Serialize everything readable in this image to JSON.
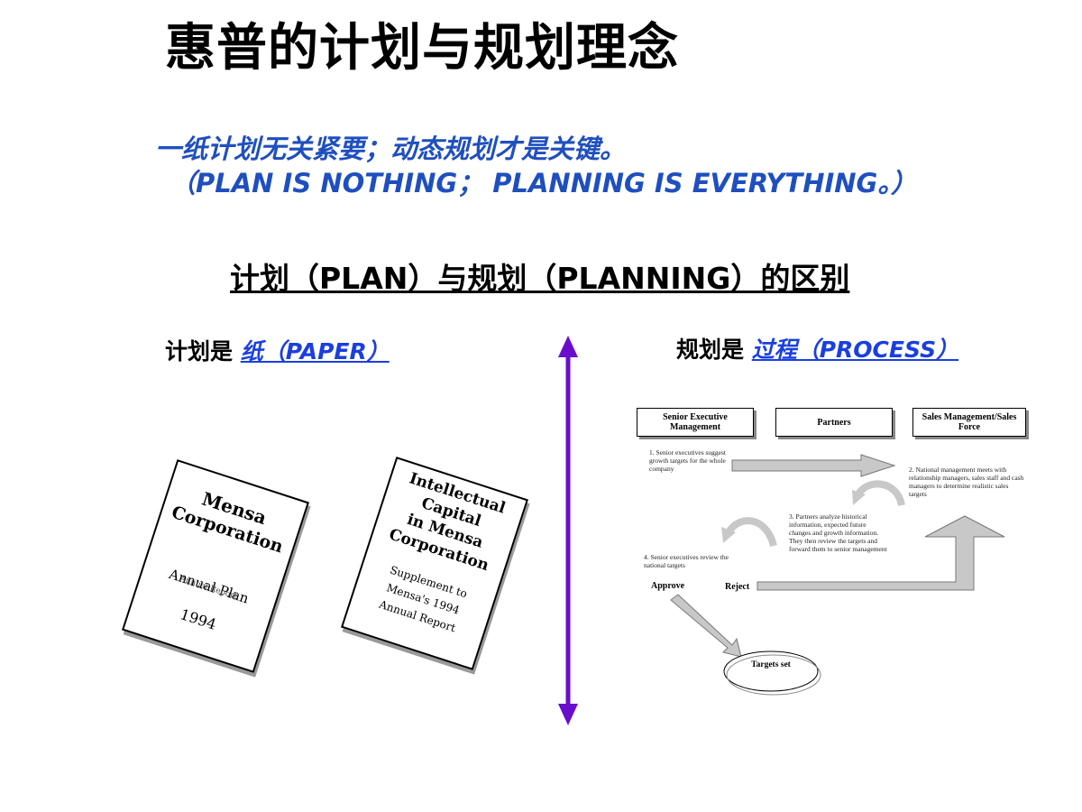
{
  "title": "惠普的计划与规划理念",
  "quote": {
    "line1": "一纸计划无关紧要；动态规划才是关键。",
    "line2": "（PLAN IS NOTHING； PLANNING IS EVERYTHING。）"
  },
  "subtitle": "计划（PLAN）与规划（PLANNING）的区别",
  "plan": {
    "prefix": "计划是",
    "highlight": "纸（PAPER）",
    "doc1": {
      "line1": "Mensa",
      "line2": "Corporation",
      "line3": "Annual Plan",
      "line4": "Annual Report",
      "line5": "1994"
    },
    "doc2": {
      "line1": "Intellectual",
      "line2": "Capital",
      "line3": "in Mensa",
      "line4": "Corporation",
      "line5": "Supplement to",
      "line6": "Mensa's 1994",
      "line7": "Annual Report"
    }
  },
  "planning": {
    "prefix": "规划是",
    "highlight": "过程（PROCESS）",
    "boxes": [
      "Senior Executive Management",
      "Partners",
      "Sales Management/Sales Force"
    ],
    "steps": [
      "1. Senior executives suggest growth targets for the whole company",
      "2. National management meets with relationship managers, sales staff and cash managers to determine realistic sales targets",
      "3. Partners analyze historical information, expected future changes and growth information. They then review the targets and forward them to senior management",
      "4. Senior executives review the national targets"
    ],
    "approve": "Approve",
    "reject": "Reject",
    "targets": "Targets set"
  },
  "colors": {
    "quote": "#1f4fbf",
    "highlight": "#1a3fe0",
    "divider": "#6a0dcc",
    "arrow_gray": "#c8c8c8"
  }
}
